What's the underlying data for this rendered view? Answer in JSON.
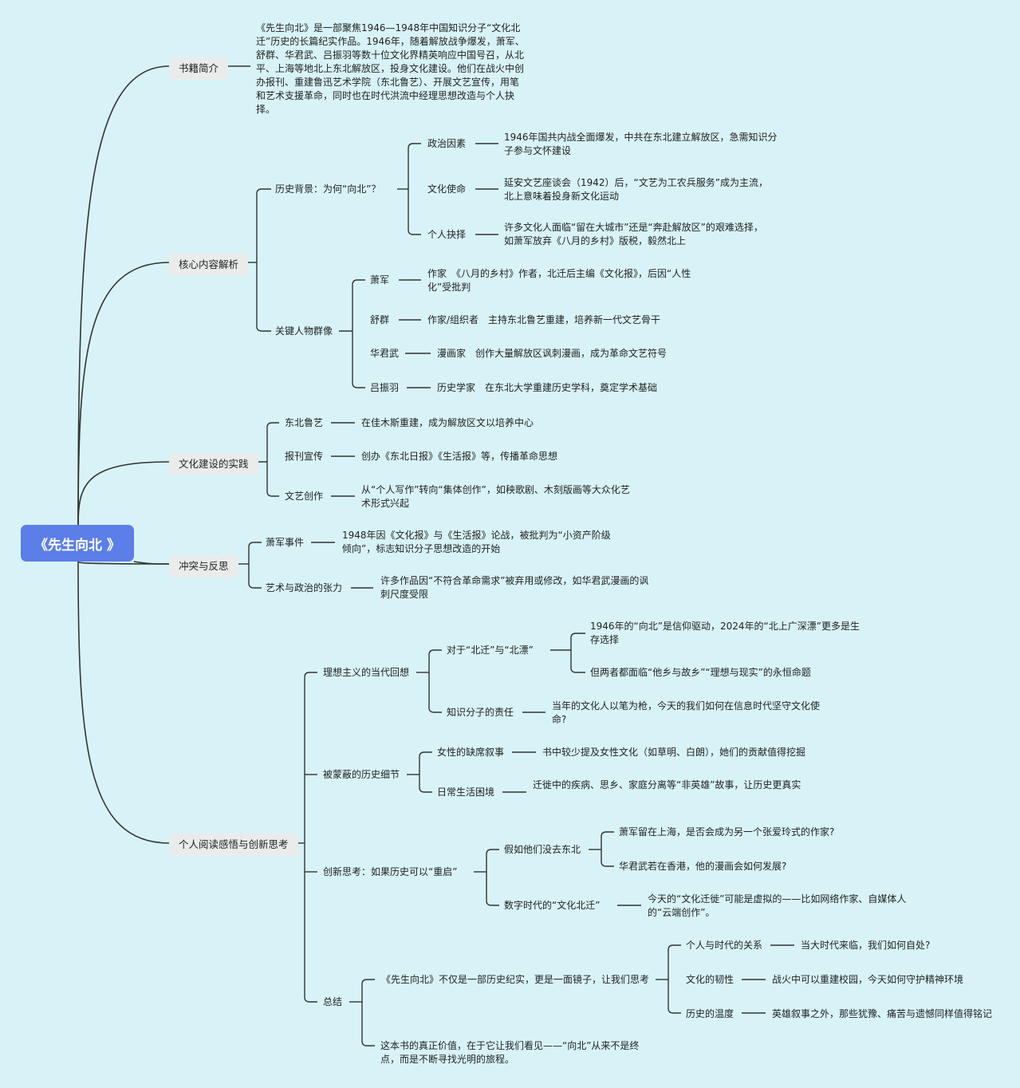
{
  "root": "《先生向北 》",
  "branches": {
    "intro": {
      "label": "书籍简介",
      "text": "《先生向北》是一部聚焦1946—1948年中国知识分子“文化北迁”历史的长篇纪实作品。1946年，随着解放战争爆发，萧军、舒群、华君武、吕振羽等数十位文化界精英响应中国号召，从北平、上海等地北上东北解放区，投身文化建设。他们在战火中创办报刊、重建鲁迅艺术学院（东北鲁艺）、开展文艺宣传，用笔和艺术支援革命，同时也在时代洪流中经理思想改造与个人抉择。"
    },
    "core": {
      "label": "核心内容解析",
      "history": {
        "label": "历史背景：为何“向北”？",
        "political": {
          "label": "政治因素",
          "text": "1946年国共内战全面爆发，中共在东北建立解放区，急需知识分子参与文怀建设"
        },
        "mission": {
          "label": "文化使命",
          "text": "延安文艺座谈会（1942）后，“文艺为工农兵服务”成为主流，北上意味着投身新文化运动"
        },
        "choice": {
          "label": "个人抉择",
          "text": "许多文化人面临“留在大城市”还是“奔赴解放区”的艰难选择，如萧军放弃《八月的乡村》版税，毅然北上"
        }
      },
      "figures": {
        "label": "关键人物群像",
        "xiaojun": {
          "label": "萧军",
          "text": "作家　《八月的乡村》作者，北迁后主编《文化报》，后因“人性化”受批判"
        },
        "shuqun": {
          "label": "舒群",
          "text": "作家/组织者　主持东北鲁艺重建，培养新一代文艺骨干"
        },
        "huajunwu": {
          "label": "华君武",
          "text": "漫画家　创作大量解放区讽刺漫画，成为革命文艺符号"
        },
        "lvzhenyu": {
          "label": "吕振羽",
          "text": "历史学家　在东北大学重建历史学科，奠定学术基础"
        }
      }
    },
    "practice": {
      "label": "文化建设的实践",
      "luyi": {
        "label": "东北鲁艺",
        "text": "在佳木斯重建，成为解放区文以培养中心"
      },
      "press": {
        "label": "报刊宣传",
        "text": "创办《东北日报》《生活报》等，传播革命思想"
      },
      "creation": {
        "label": "文艺创作",
        "text": "从“个人写作”转向“集体创作”，如秧歌剧、木刻版画等大众化艺术形式兴起"
      }
    },
    "conflict": {
      "label": "冲突与反思",
      "incident": {
        "label": "萧军事件",
        "text": "1948年因《文化报》与《生活报》论战，被批判为“小资产阶级倾向”，标志知识分子思想改造的开始"
      },
      "tension": {
        "label": "艺术与政治的张力",
        "text": "许多作品因“不符合革命需求”被弃用或修改，如华君武漫画的讽刺尺度受限"
      }
    },
    "reflection": {
      "label": "个人阅读感悟与创新思考",
      "idealism": {
        "label": "理想主义的当代回想",
        "compare": {
          "label": "对于“北迁”与“北漂”",
          "a": "1946年的“向北”是信仰驱动，2024年的“北上广深漂”更多是生存选择",
          "b": "但两者都面临“他乡与故乡”“理想与现实”的永恒命题"
        },
        "duty": {
          "label": "知识分子的责任",
          "text": "当年的文化人以笔为枪，今天的我们如何在信息时代坚守文化使命?"
        }
      },
      "hidden": {
        "label": "被蒙蔽的历史细节",
        "women": {
          "label": "女性的缺席叙事",
          "text": "书中较少提及女性文化（如草明、白朗），她们的贡献值得挖掘"
        },
        "daily": {
          "label": "日常生活困境",
          "text": "迁徙中的疾病、思乡、家庭分离等“非英雄”故事，让历史更真实"
        }
      },
      "restart": {
        "label": "创新思考：如果历史可以“重启”",
        "whatif": {
          "label": "假如他们没去东北",
          "a": "萧军留在上海，是否会成为另一个张爱玲式的作家?",
          "b": "华君武若在香港，他的漫画会如何发展?"
        },
        "digital": {
          "label": "数字时代的“文化北迁”",
          "text": "今天的“文化迁徙”可能是虚拟的——比如网络作家、自媒体人的“云端创作”。"
        }
      },
      "summary": {
        "label": "总结",
        "mirror": {
          "label": "《先生向北》不仅是一部历史纪实，更是一面镜子，让我们思考",
          "era": {
            "label": "个人与时代的关系",
            "text": "当大时代来临，我们如何自处?"
          },
          "tough": {
            "label": "文化的韧性",
            "text": "战火中可以重建校园，今天如何守护精神环境"
          },
          "warm": {
            "label": "历史的温度",
            "text": "英雄叙事之外，那些犹豫、痛苦与遗憾同样值得铭记"
          }
        },
        "value": "这本书的真正价值，在于它让我们看见——“向北”从来不是终点，而是不断寻找光明的旅程。"
      }
    }
  }
}
